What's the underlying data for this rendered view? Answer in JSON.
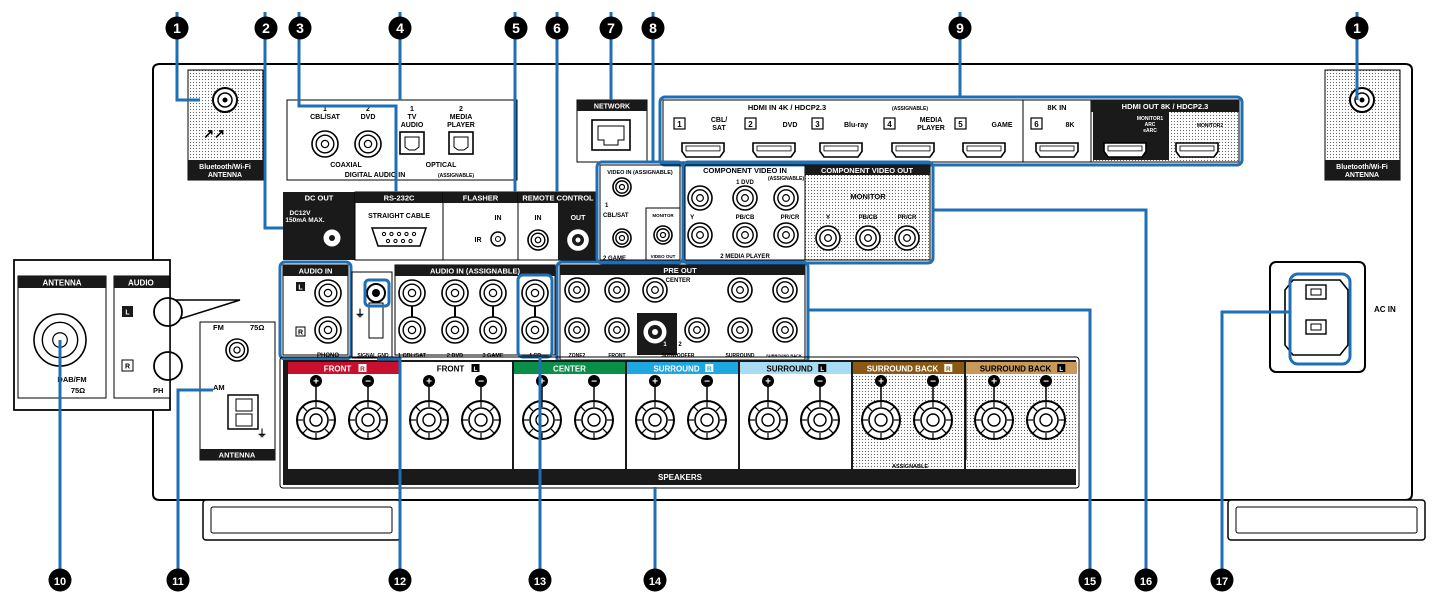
{
  "callouts": [
    "1",
    "2",
    "3",
    "4",
    "5",
    "6",
    "7",
    "8",
    "9",
    "10",
    "11",
    "12",
    "13",
    "14",
    "15",
    "16",
    "17",
    "1"
  ],
  "antenna_bt": {
    "line1": "Bluetooth/Wi-Fi",
    "line2": "ANTENNA"
  },
  "digital_audio": {
    "inputs": [
      {
        "num": "1",
        "name": [
          "CBL/SAT"
        ]
      },
      {
        "num": "2",
        "name": [
          "DVD"
        ]
      },
      {
        "num": "1",
        "name": [
          "TV",
          "AUDIO"
        ]
      },
      {
        "num": "2",
        "name": [
          "MEDIA",
          "PLAYER"
        ]
      }
    ],
    "coaxial": "COAXIAL",
    "optical": "OPTICAL",
    "title": "DIGITAL AUDIO IN",
    "assignable": "(ASSIGNABLE)"
  },
  "network": "NETWORK",
  "hdmi": {
    "in_title": "HDMI IN 4K / HDCP2.3",
    "assignable": "(ASSIGNABLE)",
    "inputs": [
      {
        "num": "1",
        "name": [
          "CBL/",
          "SAT"
        ]
      },
      {
        "num": "2",
        "name": [
          "DVD"
        ]
      },
      {
        "num": "3",
        "name": [
          "Blu-ray"
        ]
      },
      {
        "num": "4",
        "name": [
          "MEDIA",
          "PLAYER"
        ]
      },
      {
        "num": "5",
        "name": [
          "GAME"
        ]
      }
    ],
    "in8k_title": "8K IN",
    "in8k": {
      "num": "6",
      "name": "8K"
    },
    "out_title": "HDMI OUT 8K / HDCP2.3",
    "monitor1": [
      "MONITOR1",
      "ARC",
      "eARC"
    ],
    "monitor2": "MONITOR2"
  },
  "dc_out": {
    "title": "DC OUT",
    "spec": [
      "DC12V",
      "150mA MAX."
    ]
  },
  "rs232c": {
    "title": "RS-232C",
    "cable": "STRAIGHT CABLE"
  },
  "flasher": {
    "title": "FLASHER",
    "in": "IN",
    "ir": "IR"
  },
  "remote": {
    "title": "REMOTE CONTROL",
    "in": "IN",
    "out": "OUT"
  },
  "video_in": {
    "title": "VIDEO IN",
    "assignable": "(ASSIGNABLE)",
    "items": [
      "1",
      "CBL/SAT",
      "2 GAME"
    ],
    "monitor": "MONITOR",
    "video_out": "VIDEO OUT"
  },
  "component_in": {
    "title": "COMPONENT VIDEO IN",
    "assignable": "(ASSIGNABLE)",
    "src1": "1 DVD",
    "src2": "2 MEDIA PLAYER",
    "y": "Y",
    "pb": "PB/CB",
    "pr": "PR/CR"
  },
  "component_out": {
    "title": "COMPONENT VIDEO OUT",
    "monitor": "MONITOR",
    "y": "Y",
    "pb": "PB/CB",
    "pr": "PR/CR"
  },
  "audio_in_phono": {
    "title": "AUDIO IN",
    "label": "PHONO",
    "l": "L",
    "r": "R"
  },
  "signal_gnd": "SIGNAL GND",
  "audio_in_assign": {
    "title": "AUDIO IN",
    "assignable": "(ASSIGNABLE)",
    "inputs": [
      "1 CBL/SAT",
      "2 DVD",
      "3 GAME",
      "4 CD"
    ]
  },
  "pre_out": {
    "title": "PRE OUT",
    "center": "CENTER",
    "zone2": "ZONE2",
    "front": "FRONT",
    "subwoofer": "SUBWOOFER",
    "sub1": "1",
    "sub2": "2",
    "surround": "SURROUND",
    "surround_back": "SURROUND BACK"
  },
  "ac_in": "AC IN",
  "antenna_box": {
    "fm": "FM",
    "ohm": "75Ω",
    "am": "AM",
    "title": "ANTENNA"
  },
  "zoom": {
    "antenna": "ANTENNA",
    "audio": "AUDIO",
    "dab": "DAB/FM",
    "ohm": "75Ω",
    "l": "L",
    "r": "R",
    "ph": "PH"
  },
  "speakers": {
    "title": "SPEAKERS",
    "assignable": "ASSIGNABLE",
    "channels": [
      {
        "label": "FRONT",
        "side": "R",
        "color": "#c8102e",
        "text": "#ffffff"
      },
      {
        "label": "FRONT",
        "side": "L",
        "color": "#ffffff",
        "text": "#000000"
      },
      {
        "label": "CENTER",
        "side": "",
        "color": "#0a8f4a",
        "text": "#ffffff"
      },
      {
        "label": "SURROUND",
        "side": "R",
        "color": "#1ea7e0",
        "text": "#ffffff"
      },
      {
        "label": "SURROUND",
        "side": "L",
        "color": "#a8dcf2",
        "text": "#000000"
      },
      {
        "label": "SURROUND BACK",
        "side": "R",
        "color": "#8a5a14",
        "text": "#ffffff"
      },
      {
        "label": "SURROUND BACK",
        "side": "L",
        "color": "#c89a5a",
        "text": "#000000"
      }
    ]
  },
  "colors": {
    "highlight": "#1f6fb6",
    "panel_black": "#1a1a1a"
  }
}
